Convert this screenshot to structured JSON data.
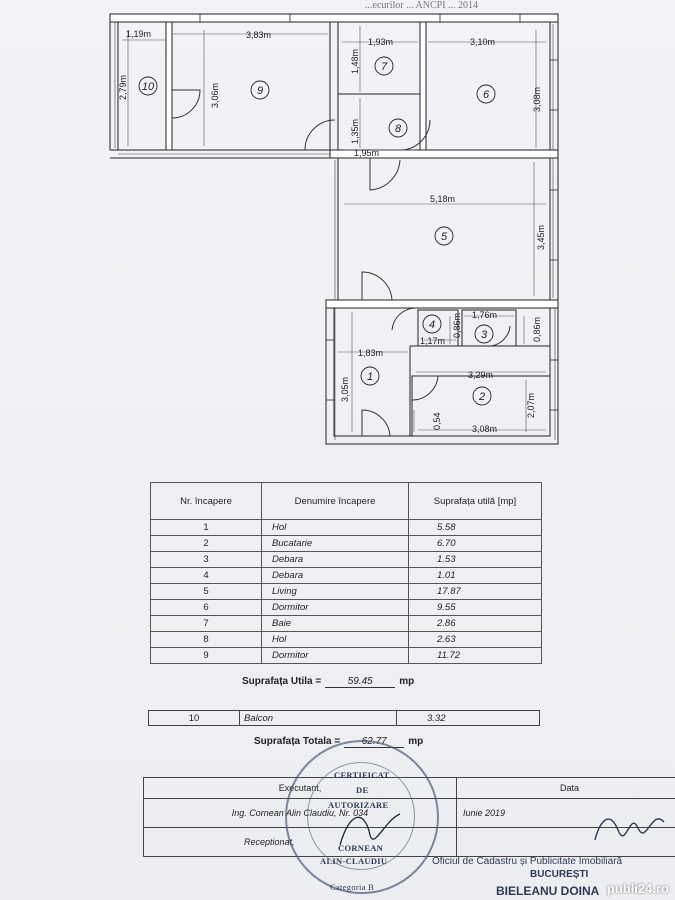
{
  "floorplan": {
    "rooms": [
      {
        "num": "1"
      },
      {
        "num": "2"
      },
      {
        "num": "3"
      },
      {
        "num": "4"
      },
      {
        "num": "5"
      },
      {
        "num": "6"
      },
      {
        "num": "7"
      },
      {
        "num": "8"
      },
      {
        "num": "9"
      },
      {
        "num": "10"
      }
    ],
    "dims": {
      "d119": "1,19m",
      "d383": "3,83m",
      "d193": "1,93m",
      "d310": "3,10m",
      "d279": "2,79m",
      "d306": "3,06m",
      "d148": "1,48m",
      "d308": "3,08m",
      "d135": "1,35m",
      "d195": "1,95m",
      "d518": "5,18m",
      "d345": "3,45m",
      "d176": "1,76m",
      "d086a": "0,86m",
      "d086b": "0,86m",
      "d117": "1,17m",
      "d183": "1,83m",
      "d305": "3,05m",
      "d329": "3,29m",
      "d207": "2,07m",
      "d054": "0,54",
      "d308b": "3,08m"
    },
    "top_note": "...ecurilor ... ANCPI ... 2014"
  },
  "table": {
    "headers": {
      "nr": "Nr. încapere",
      "name": "Denumire încapere",
      "area": "Suprafața utilă [mp]"
    },
    "rows": [
      {
        "nr": "1",
        "name": "Hol",
        "area": "5.58"
      },
      {
        "nr": "2",
        "name": "Bucatarie",
        "area": "6.70"
      },
      {
        "nr": "3",
        "name": "Debara",
        "area": "1.53"
      },
      {
        "nr": "4",
        "name": "Debara",
        "area": "1.01"
      },
      {
        "nr": "5",
        "name": "Living",
        "area": "17.87"
      },
      {
        "nr": "6",
        "name": "Dormitor",
        "area": "9.55"
      },
      {
        "nr": "7",
        "name": "Baie",
        "area": "2.86"
      },
      {
        "nr": "8",
        "name": "Hol",
        "area": "2.63"
      },
      {
        "nr": "9",
        "name": "Dormitor",
        "area": "11.72"
      }
    ]
  },
  "util": {
    "label": "Suprafața Utila =",
    "value": "59.45",
    "unit": "mp"
  },
  "balcony": {
    "nr": "10",
    "name": "Balcon",
    "area": "3.32"
  },
  "total": {
    "label": "Suprafața Totala =",
    "value": "62.77",
    "unit": "mp"
  },
  "signature": {
    "exec_label": "Executant,",
    "date_label": "Data",
    "exec_name": "Ing. Cornean Alin Claudiu, Nr. 034",
    "date_value": "Iunie 2019",
    "receipt_label": "Receptionat,",
    "office_text": "Oficiul de Cadastru și Publicitate Imobiliară",
    "office_city": "BUCUREȘTI",
    "office_person": "BIELEANU DOINA"
  },
  "stamp": {
    "line1": "CERTIFICAT",
    "line2": "DE",
    "line3": "AUTORIZARE",
    "line4": "CORNEAN",
    "line5": "ALIN-CLAUDIU",
    "line6": "Categoria B"
  },
  "watermark": "publi24.ro"
}
